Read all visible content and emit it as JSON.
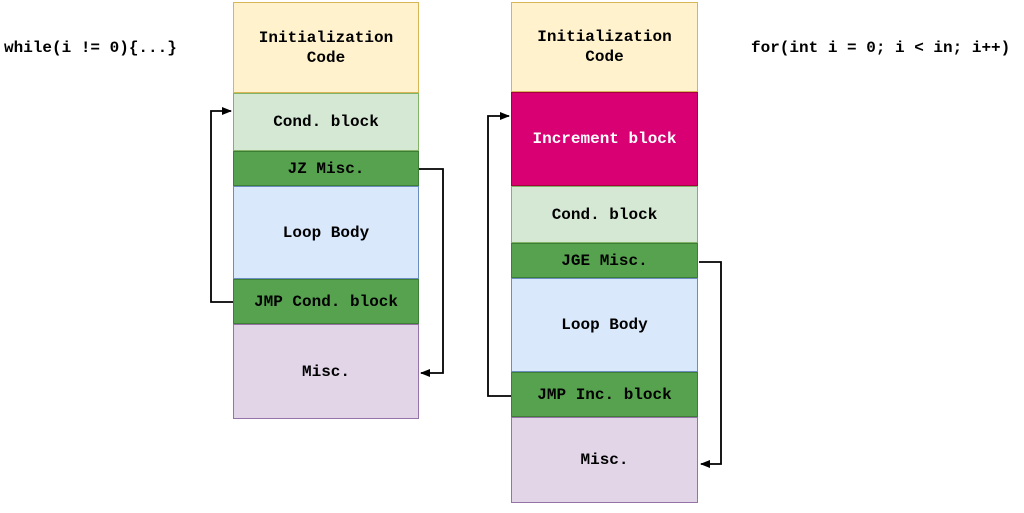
{
  "palette": {
    "init": {
      "fill": "#FFF2CC",
      "stroke": "#D6B656",
      "text": "#000000"
    },
    "increment": {
      "fill": "#D80073",
      "stroke": "#A50040",
      "text": "#FFFFFF"
    },
    "cond": {
      "fill": "#D5E8D4",
      "stroke": "#82B366",
      "text": "#000000"
    },
    "jump": {
      "fill": "#56A24F",
      "stroke": "#3D7D35",
      "text": "#000000"
    },
    "body": {
      "fill": "#DAE8FC",
      "stroke": "#6C8EBF",
      "text": "#000000"
    },
    "misc": {
      "fill": "#E1D5E7",
      "stroke": "#9673A6",
      "text": "#000000"
    },
    "arrow": "#000000"
  },
  "while_diagram": {
    "code_label": "while(i != 0){...}",
    "blocks": [
      {
        "label": "Initialization Code"
      },
      {
        "label": "Cond. block"
      },
      {
        "label": "JZ Misc."
      },
      {
        "label": "Loop Body"
      },
      {
        "label": "JMP Cond. block"
      },
      {
        "label": "Misc."
      }
    ],
    "arrows": [
      {
        "name": "loopback",
        "from": "JMP Cond. block",
        "to": "Cond. block"
      },
      {
        "name": "exit",
        "from": "JZ Misc.",
        "to": "Misc."
      }
    ]
  },
  "for_diagram": {
    "code_label": "for(int i = 0; i < in; i++)",
    "blocks": [
      {
        "label": "Initialization Code"
      },
      {
        "label": "Increment block"
      },
      {
        "label": "Cond. block"
      },
      {
        "label": "JGE Misc."
      },
      {
        "label": "Loop Body"
      },
      {
        "label": "JMP Inc. block"
      },
      {
        "label": "Misc."
      }
    ],
    "arrows": [
      {
        "name": "loopback",
        "from": "JMP Inc. block",
        "to": "Increment block"
      },
      {
        "name": "exit",
        "from": "JGE Misc.",
        "to": "Misc."
      }
    ]
  }
}
